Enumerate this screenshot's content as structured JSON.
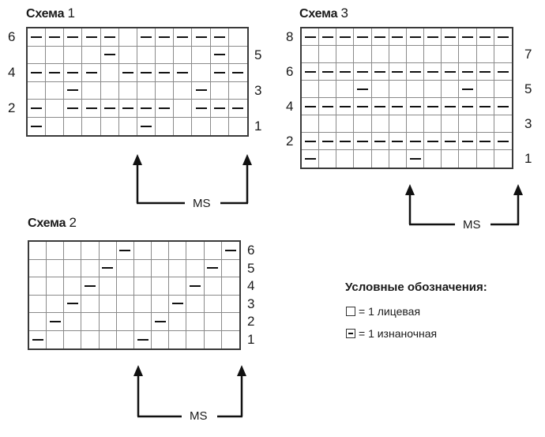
{
  "legend": {
    "title": "Условные обозначения:",
    "items": [
      {
        "symbol": "blank",
        "label": "= 1 лицевая"
      },
      {
        "symbol": "dash",
        "label": "= 1 изнаночная"
      }
    ]
  },
  "schemes": [
    {
      "key": "s1",
      "title_word": "Схема",
      "title_num": "1",
      "cols": 12,
      "rows": [
        [
          1,
          1,
          1,
          1,
          1,
          0,
          1,
          1,
          1,
          1,
          1,
          0
        ],
        [
          0,
          0,
          0,
          0,
          1,
          0,
          0,
          0,
          0,
          0,
          1,
          0
        ],
        [
          1,
          1,
          1,
          1,
          0,
          1,
          1,
          1,
          1,
          0,
          1,
          1
        ],
        [
          0,
          0,
          1,
          0,
          0,
          0,
          0,
          0,
          0,
          1,
          0,
          0
        ],
        [
          1,
          0,
          1,
          1,
          1,
          1,
          1,
          1,
          0,
          1,
          1,
          1
        ],
        [
          1,
          0,
          0,
          0,
          0,
          0,
          1,
          0,
          0,
          0,
          0,
          0
        ]
      ],
      "left_labels": [
        {
          "text": "6",
          "row": 0
        },
        {
          "text": "4",
          "row": 2
        },
        {
          "text": "2",
          "row": 4
        }
      ],
      "right_labels": [
        {
          "text": "5",
          "row": 1
        },
        {
          "text": "3",
          "row": 3
        },
        {
          "text": "1",
          "row": 5
        }
      ],
      "repeat_label": "MS"
    },
    {
      "key": "s2",
      "title_word": "Схема",
      "title_num": "2",
      "cols": 12,
      "rows": [
        [
          0,
          0,
          0,
          0,
          0,
          1,
          0,
          0,
          0,
          0,
          0,
          1
        ],
        [
          0,
          0,
          0,
          0,
          1,
          0,
          0,
          0,
          0,
          0,
          1,
          0
        ],
        [
          0,
          0,
          0,
          1,
          0,
          0,
          0,
          0,
          0,
          1,
          0,
          0
        ],
        [
          0,
          0,
          1,
          0,
          0,
          0,
          0,
          0,
          1,
          0,
          0,
          0
        ],
        [
          0,
          1,
          0,
          0,
          0,
          0,
          0,
          1,
          0,
          0,
          0,
          0
        ],
        [
          1,
          0,
          0,
          0,
          0,
          0,
          1,
          0,
          0,
          0,
          0,
          0
        ]
      ],
      "left_labels": [],
      "right_labels": [
        {
          "text": "6",
          "row": 0
        },
        {
          "text": "5",
          "row": 1
        },
        {
          "text": "4",
          "row": 2
        },
        {
          "text": "3",
          "row": 3
        },
        {
          "text": "2",
          "row": 4
        },
        {
          "text": "1",
          "row": 5
        }
      ],
      "repeat_label": "MS"
    },
    {
      "key": "s3",
      "title_word": "Схема",
      "title_num": "3",
      "cols": 12,
      "rows": [
        [
          1,
          1,
          1,
          1,
          1,
          1,
          1,
          1,
          1,
          1,
          1,
          1
        ],
        [
          0,
          0,
          0,
          0,
          0,
          0,
          0,
          0,
          0,
          0,
          0,
          0
        ],
        [
          1,
          1,
          1,
          1,
          1,
          1,
          1,
          1,
          1,
          1,
          1,
          1
        ],
        [
          0,
          0,
          0,
          1,
          0,
          0,
          0,
          0,
          0,
          1,
          0,
          0
        ],
        [
          1,
          1,
          1,
          1,
          1,
          1,
          1,
          1,
          1,
          1,
          1,
          1
        ],
        [
          0,
          0,
          0,
          0,
          0,
          0,
          0,
          0,
          0,
          0,
          0,
          0
        ],
        [
          1,
          1,
          1,
          1,
          1,
          1,
          1,
          1,
          1,
          1,
          1,
          1
        ],
        [
          1,
          0,
          0,
          0,
          0,
          0,
          1,
          0,
          0,
          0,
          0,
          0
        ]
      ],
      "left_labels": [
        {
          "text": "8",
          "row": 0
        },
        {
          "text": "6",
          "row": 2
        },
        {
          "text": "4",
          "row": 4
        },
        {
          "text": "2",
          "row": 6
        }
      ],
      "right_labels": [
        {
          "text": "7",
          "row": 1
        },
        {
          "text": "5",
          "row": 3
        },
        {
          "text": "3",
          "row": 5
        },
        {
          "text": "1",
          "row": 7
        }
      ],
      "repeat_label": "MS"
    }
  ]
}
